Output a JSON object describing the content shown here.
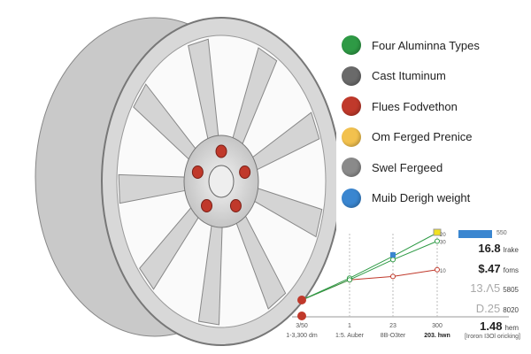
{
  "legend": [
    {
      "label": "Four Aluminna Types",
      "color": "#2e9a45"
    },
    {
      "label": "Cast Ituminum",
      "color": "#6a6a6a"
    },
    {
      "label": "Flues Fodvethon",
      "color": "#c0392b"
    },
    {
      "label": "Om Ferged Prenice",
      "color": "#f2c14e"
    },
    {
      "label": "Swel Fergeed",
      "color": "#8a8a8a"
    },
    {
      "label": "Muib Derigh weight",
      "color": "#3a86d0"
    }
  ],
  "chart_data": {
    "type": "line",
    "categories": [
      "3/50",
      "1",
      "23",
      "300"
    ],
    "sublabels": [
      "1-3,300 dm",
      "1:5. Auber",
      "8B-O3ter",
      "203. hwn"
    ],
    "series": [
      {
        "color": "#c0392b",
        "values": [
          1,
          2.2,
          2.4,
          2.8
        ]
      },
      {
        "color": "#2e9a45",
        "values": [
          1,
          2.3,
          3.6,
          5
        ]
      },
      {
        "color": "#2e9a45",
        "values": [
          1,
          2.2,
          3.4,
          4.5
        ]
      }
    ],
    "point_labels": [
      "20",
      "30",
      "10"
    ],
    "extra_point": {
      "x": "3/50",
      "y": 0
    }
  },
  "stats": {
    "bar_label": "550",
    "items": [
      {
        "value": "16.8",
        "unit": "lrake",
        "dim": false
      },
      {
        "value": "$.47",
        "unit": "foms",
        "dim": false
      },
      {
        "value": "13.Λ5",
        "unit": "5805",
        "dim": true
      },
      {
        "value": "D.25",
        "unit": "8020",
        "dim": true
      },
      {
        "value": "1.48",
        "unit": "hem",
        "dim": false
      }
    ],
    "footnote": "[Iroron I3Ol oricking]"
  }
}
